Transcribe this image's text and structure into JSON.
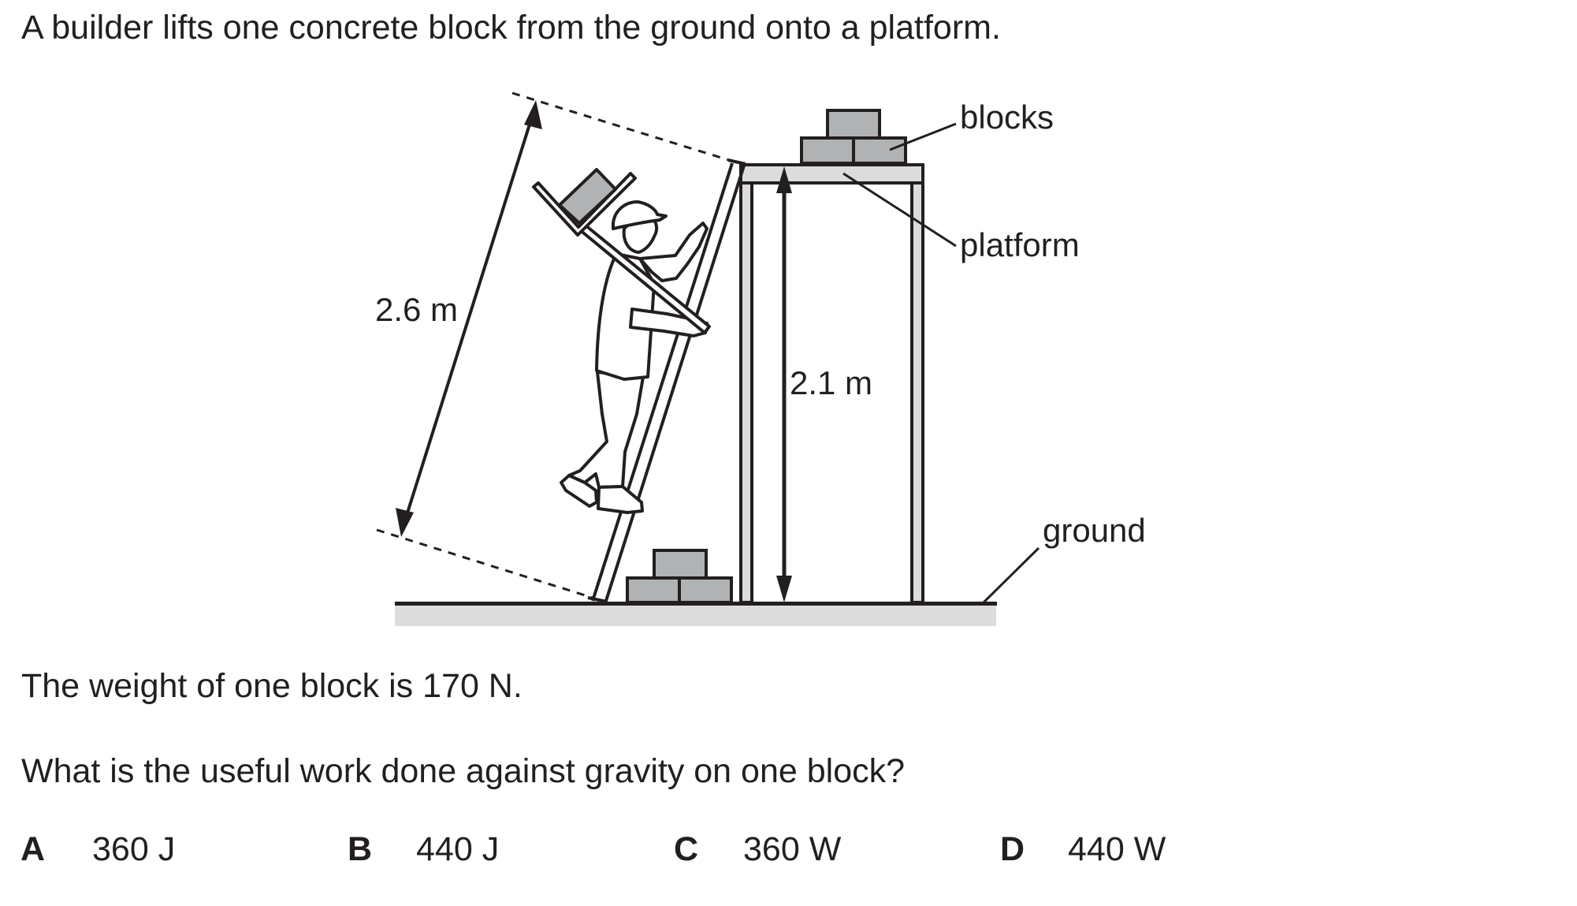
{
  "question": {
    "intro": "A builder lifts one concrete block from the ground onto a platform.",
    "given": "The weight of one block is 170 N.",
    "prompt": "What is the useful work done against gravity on one block?"
  },
  "diagram": {
    "labels": {
      "blocks": "blocks",
      "platform": "platform",
      "ground": "ground",
      "ladder_length": "2.6 m",
      "platform_height": "2.1 m"
    },
    "colors": {
      "ink": "#231f20",
      "block_fill": "#b1b2b4",
      "platform_fill": "#dcdcdd",
      "ground_fill": "#dcdcdd"
    }
  },
  "options": [
    {
      "letter": "A",
      "value": "360 J"
    },
    {
      "letter": "B",
      "value": "440 J"
    },
    {
      "letter": "C",
      "value": "360 W"
    },
    {
      "letter": "D",
      "value": "440 W"
    }
  ]
}
